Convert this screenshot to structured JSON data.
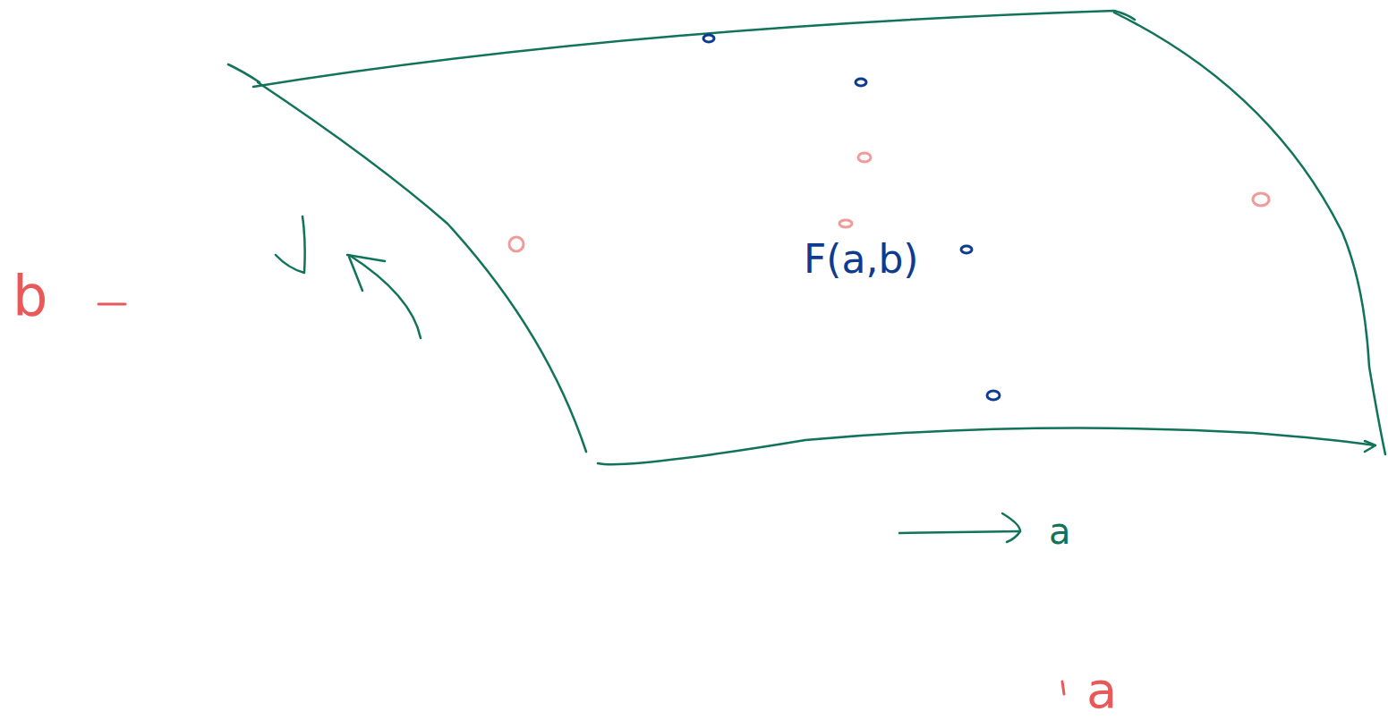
{
  "diagram": {
    "labels": [
      "b",
      "F(a,b)",
      "a",
      "a"
    ]
  }
}
